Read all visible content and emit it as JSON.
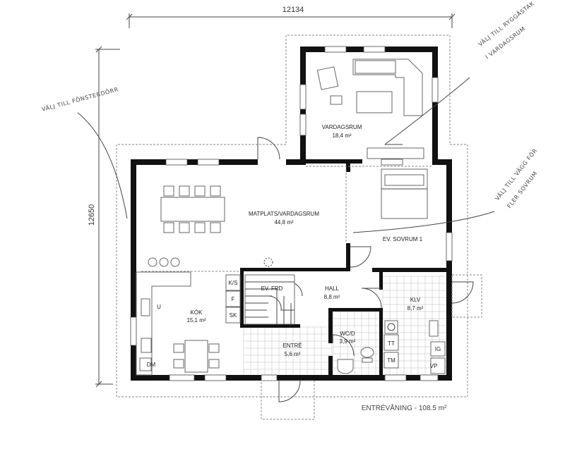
{
  "dimensions": {
    "width": "12134",
    "height": "12650"
  },
  "notes": {
    "window_door": "VÄLJ TILL FÖNSTERDÖRR",
    "sloped_roof_line1": "VÄLJ TILL RYGGÅSTAK",
    "sloped_roof_line2": "I VARDAGSRUM",
    "wall_line1": "VÄLJ TILL VÄGG FÖR",
    "wall_line2": "FLER SOVRUM"
  },
  "rooms": {
    "vardagsrum": {
      "name": "VARDAGSRUM",
      "area": "18,4 m²"
    },
    "matplats": {
      "name": "MATPLATS/VARDAGSRUM",
      "area": "44,8 m²"
    },
    "sovrum": {
      "name": "EV. SOVRUM 1",
      "area": ""
    },
    "kok": {
      "name": "KÖK",
      "area": "15,1 m²"
    },
    "hall": {
      "name": "HALL",
      "area": "8,8 m²"
    },
    "klv": {
      "name": "KLV",
      "area": "8,7 m²"
    },
    "wc": {
      "name": "WC/D",
      "area": "3,9 m²"
    },
    "entre": {
      "name": "ENTRÉ",
      "area": "5,6 m²"
    },
    "evfrd": {
      "name": "EV. FRD",
      "area": ""
    }
  },
  "fixtures": {
    "ks": "K/S",
    "f": "F",
    "sk": "SK",
    "u": "U",
    "dm": "DM",
    "tt": "TT",
    "tm": "TM",
    "ig": "IG",
    "vp": "VP"
  },
  "footer": {
    "floor_label": "ENTRÉVÅNING - 108.5 m²"
  }
}
